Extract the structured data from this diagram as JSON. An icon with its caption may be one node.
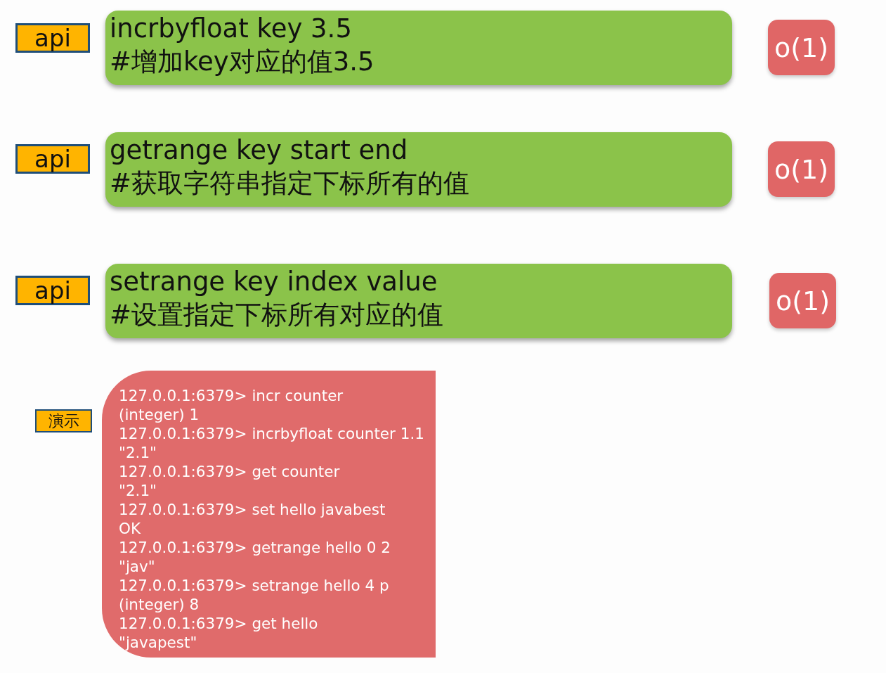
{
  "diagram": {
    "nodes": [
      {
        "text": [
          "api"
        ]
      },
      {
        "text": [
          "incrbyfloat key 3.5",
          "#增加key对应的值3.5"
        ]
      },
      {
        "text": [
          "o(1)"
        ]
      },
      {
        "text": [
          "api"
        ]
      },
      {
        "text": [
          "getrange key start end",
          "#获取字符串指定下标所有的值"
        ]
      },
      {
        "text": [
          "o(1)"
        ]
      },
      {
        "text": [
          "api"
        ]
      },
      {
        "text": [
          "setrange key index value",
          "#设置指定下标所有对应的值"
        ]
      },
      {
        "text": [
          "o(1)"
        ]
      },
      {
        "text": [
          "演示"
        ]
      },
      {
        "text": [
          "127.0.0.1:6379> incr counter",
          "(integer) 1",
          "127.0.0.1:6379> incrbyfloat counter 1.1",
          "\"2.1\"",
          "127.0.0.1:6379> get counter",
          "\"2.1\"",
          "127.0.0.1:6379> set hello javabest",
          "OK",
          "127.0.0.1:6379> getrange hello 0 2",
          "\"jav\"",
          "127.0.0.1:6379> setrange hello 4 p",
          "(integer) 8",
          "127.0.0.1:6379> get hello",
          "\"javapest\""
        ]
      }
    ]
  }
}
